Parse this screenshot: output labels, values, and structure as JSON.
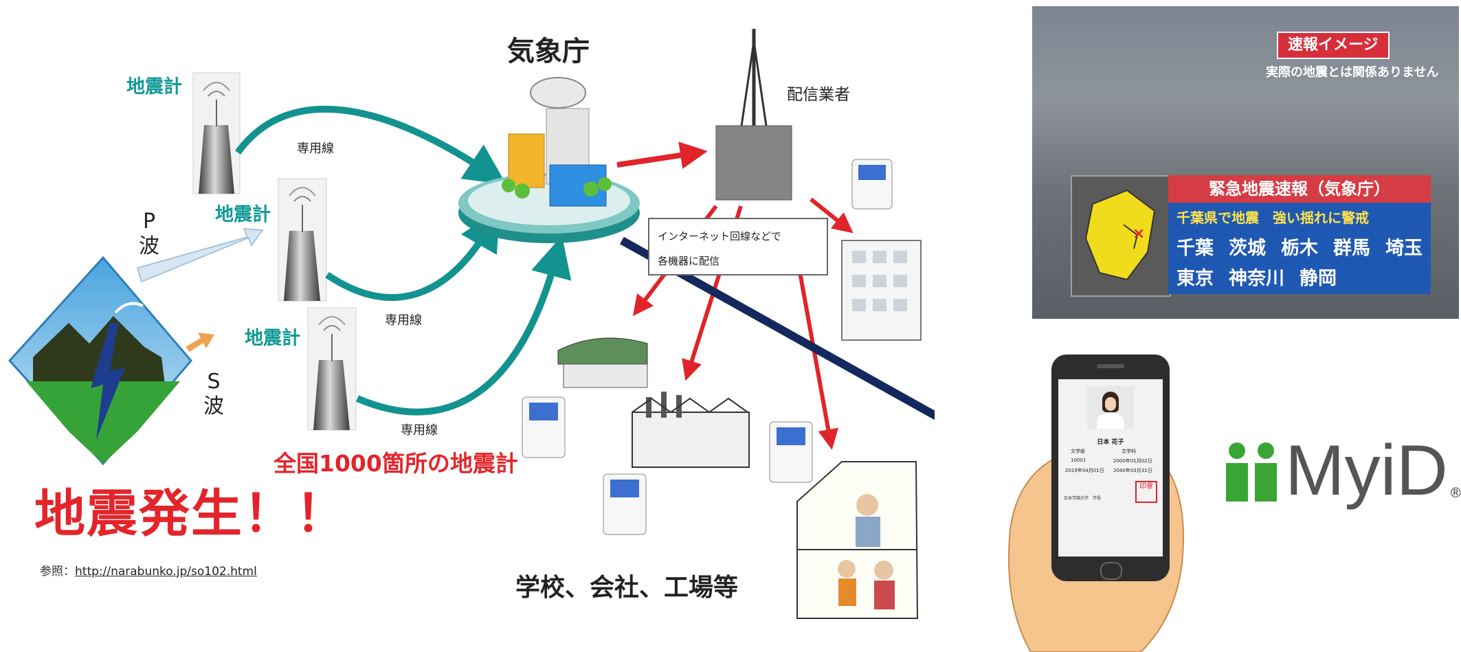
{
  "diagram": {
    "agency_title": "気象庁",
    "distributor_label": "配信業者",
    "seismometer_label": "地震計",
    "dedicated_line_label": "専用線",
    "p_wave_letter": "P",
    "s_wave_letter": "S",
    "wave_char": "波",
    "network_label": "全国1000箇所の地震計",
    "earthquake_label": "地震発生！！",
    "internet_note_line1": "インターネット回線などで",
    "internet_note_line2": "各機器に配信",
    "recipients_label": "学校、会社、工場等",
    "reference_prefix": "参照：",
    "reference_url": "http://narabunko.jp/so102.html"
  },
  "tv_alert": {
    "image_tag": "速報イメージ",
    "disclaimer": "実際の地震とは関係ありません",
    "title": "緊急地震速報（気象庁）",
    "subtitle": "千葉県で地震　強い揺れに警戒",
    "regions_row1": [
      "千葉",
      "茨城",
      "栃木",
      "群馬",
      "埼玉"
    ],
    "regions_row2": [
      "東京",
      "神奈川",
      "静岡"
    ]
  },
  "phone": {
    "name": "日本 花子",
    "faculty": "文学部",
    "department": "文学科",
    "student_no": "10001",
    "birth_date": "2000年01月02日",
    "admission_date": "2019年04月01日",
    "expiry_date": "2040年03月31日",
    "university": "日本学園大学　学長",
    "seal_text": "印章"
  },
  "brand": {
    "logo_text": "MyiD",
    "registered_mark": "®",
    "green": "#3aa535",
    "gray": "#555555"
  },
  "colors": {
    "teal": "#12938f",
    "red_arrow": "#e0242a",
    "navy_arrow": "#13285c",
    "quake_red": "#e3252b"
  }
}
